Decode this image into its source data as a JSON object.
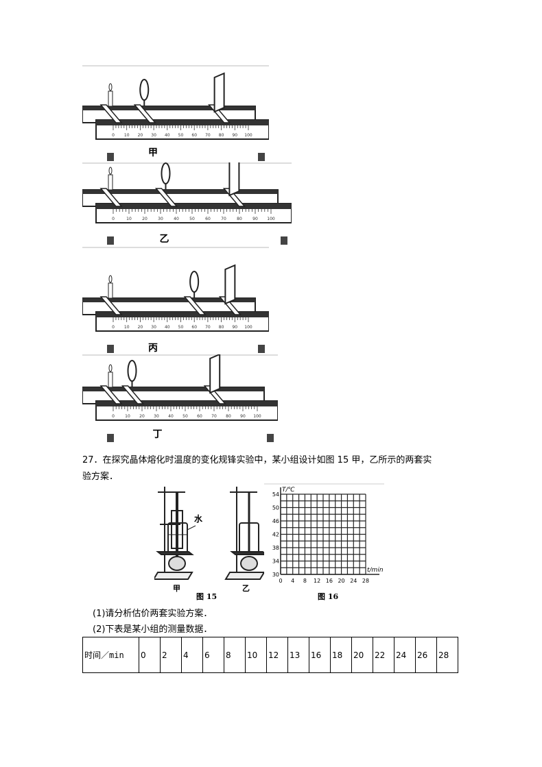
{
  "benches": [
    {
      "label": "甲",
      "candle_cm": 0,
      "lens_cm": 25,
      "screen_cm": 80
    },
    {
      "label": "乙",
      "candle_cm": 0,
      "lens_cm": 35,
      "screen_cm": 78
    },
    {
      "label": "丙",
      "candle_cm": 0,
      "lens_cm": 62,
      "screen_cm": 88
    },
    {
      "label": "丁",
      "candle_cm": 0,
      "lens_cm": 15,
      "screen_cm": 72
    }
  ],
  "ruler_ticks": [
    "0",
    "10",
    "20",
    "30",
    "40",
    "50",
    "60",
    "70",
    "80",
    "90",
    "100"
  ],
  "question": {
    "line1": "27．在探究晶体熔化时温度的变化规锋实验中，某小组设计如图 15 甲，乙所示的两套实",
    "line2": "验方案．",
    "sub1": "(1)请分析估价两套实验方案．",
    "sub2": "(2)下表是某小组的测量数据．"
  },
  "fig15": {
    "caption": "图 15",
    "left_label": "甲",
    "right_label": "乙",
    "water_label": "水"
  },
  "fig16": {
    "caption": "图 16",
    "ylabel": "T/℃",
    "xlabel": "t/min",
    "yticks": [
      "30",
      "34",
      "38",
      "42",
      "46",
      "50",
      "54"
    ],
    "xticks": [
      "0",
      "4",
      "8",
      "12",
      "16",
      "20",
      "24",
      "28"
    ]
  },
  "table": {
    "header": "时间／min",
    "values": [
      "0",
      "2",
      "4",
      "6",
      "8",
      "10",
      "12",
      "13",
      "16",
      "18",
      "20",
      "22",
      "24",
      "26",
      "28"
    ]
  }
}
